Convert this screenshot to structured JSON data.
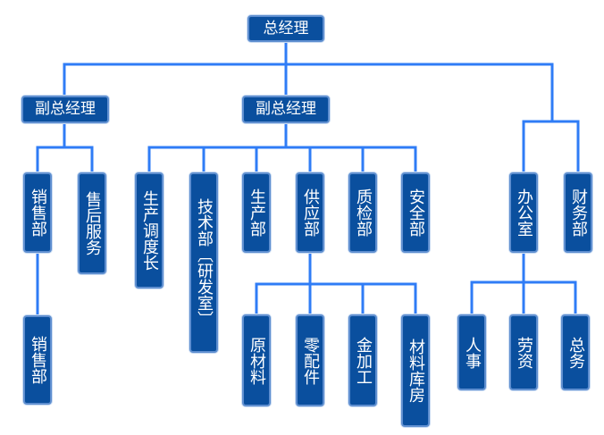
{
  "diagram": {
    "nodes": {
      "ceo": "总经理",
      "vp_left": "副总经理",
      "vp_center": "副总经理",
      "sales_dept": "销售部",
      "after_sales": "售后服务",
      "sales_sub": "销售部",
      "production_scheduling": "生产调度长",
      "technology_dept": "技术部︹研发室︺",
      "production_dept": "生产部",
      "supply_dept": "供应部",
      "quality_dept": "质检部",
      "safety_dept": "安全部",
      "raw_materials": "原材料",
      "spare_parts": "零配件",
      "gold_processing": "金加工",
      "material_warehouse": "材料库房",
      "office": "办公室",
      "finance_dept": "财务部",
      "personnel": "人事",
      "labor_wages": "劳资",
      "general_affairs": "总务"
    },
    "edges": [
      [
        "ceo",
        "vp_left"
      ],
      [
        "ceo",
        "vp_center"
      ],
      [
        "ceo",
        "office"
      ],
      [
        "ceo",
        "finance_dept"
      ],
      [
        "vp_left",
        "sales_dept"
      ],
      [
        "vp_left",
        "after_sales"
      ],
      [
        "sales_dept",
        "sales_sub"
      ],
      [
        "vp_center",
        "production_scheduling"
      ],
      [
        "vp_center",
        "technology_dept"
      ],
      [
        "vp_center",
        "production_dept"
      ],
      [
        "vp_center",
        "supply_dept"
      ],
      [
        "vp_center",
        "quality_dept"
      ],
      [
        "vp_center",
        "safety_dept"
      ],
      [
        "supply_dept",
        "raw_materials"
      ],
      [
        "supply_dept",
        "spare_parts"
      ],
      [
        "supply_dept",
        "gold_processing"
      ],
      [
        "supply_dept",
        "material_warehouse"
      ],
      [
        "office",
        "personnel"
      ],
      [
        "office",
        "labor_wages"
      ],
      [
        "office",
        "general_affairs"
      ]
    ],
    "colors": {
      "node_fill": "#0a4f9e",
      "node_border": "#5f8fd0",
      "connector": "#2f7cf6",
      "text": "#ffffff"
    }
  }
}
